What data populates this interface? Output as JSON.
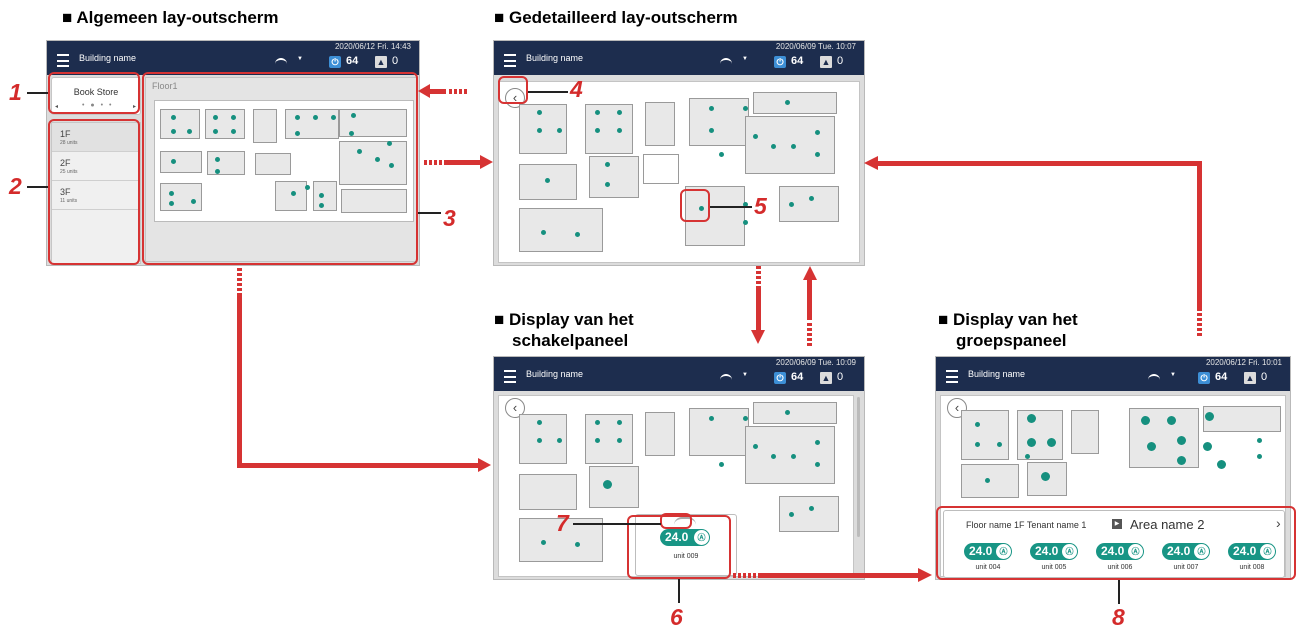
{
  "sections": {
    "general": "■ Algemeen lay-outscherm",
    "detailed": "■ Gedetailleerd lay-outscherm",
    "switch_line1": "■ Display van het",
    "switch_line2": "schakelpaneel",
    "group_line1": "■ Display van het",
    "group_line2": "groepspaneel"
  },
  "header": {
    "building": "Building name",
    "unit_count": "64",
    "warning_count": "0",
    "datetimes": [
      "2020/06/12 Fri. 14:43",
      "2020/06/09 Tue. 10:07",
      "2020/06/09 Tue. 10:09",
      "2020/06/12 Fri. 10:01"
    ]
  },
  "general_screen": {
    "store_name": "Book Store",
    "floor_label": "Floor1",
    "floors": [
      {
        "name": "1F",
        "units": "28 units"
      },
      {
        "name": "2F",
        "units": "25 units"
      },
      {
        "name": "3F",
        "units": "11 units"
      }
    ]
  },
  "switch_panel": {
    "temperature": "24.0",
    "unit": "unit 009"
  },
  "group_panel": {
    "floor_tenant": "Floor name 1F Tenant name 1",
    "area": "Area name 2",
    "units": [
      {
        "temperature": "24.0",
        "name": "unit 004"
      },
      {
        "temperature": "24.0",
        "name": "unit 005"
      },
      {
        "temperature": "24.0",
        "name": "unit 006"
      },
      {
        "temperature": "24.0",
        "name": "unit 007"
      },
      {
        "temperature": "24.0",
        "name": "unit 008"
      }
    ]
  },
  "callouts": [
    "1",
    "2",
    "3",
    "4",
    "5",
    "6",
    "7",
    "8"
  ],
  "colors": {
    "header_bg": "#1d2d4e",
    "accent_red": "#d63333",
    "unit_green": "#189585"
  },
  "icons": [
    "menu-icon",
    "cloud-icon",
    "power-icon",
    "warning-icon",
    "back-chevron-icon",
    "auto-mode-icon",
    "chevron-right-icon"
  ]
}
